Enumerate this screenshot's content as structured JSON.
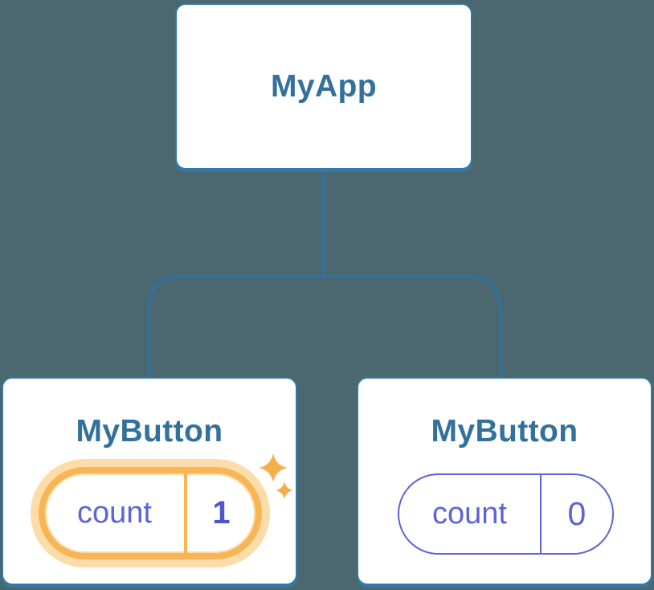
{
  "tree": {
    "root": {
      "label": "MyApp"
    },
    "children": [
      {
        "label": "MyButton",
        "state": {
          "key": "count",
          "value": "1"
        },
        "highlighted": true
      },
      {
        "label": "MyButton",
        "state": {
          "key": "count",
          "value": "0"
        },
        "highlighted": false
      }
    ]
  },
  "icons": {
    "sparkle": "sparkle-icon"
  },
  "colors": {
    "canvas-bg": "#4b6770",
    "card-bg": "#ffffff",
    "card-border": "#3478a6",
    "line-blue": "#2f72a1",
    "title-blue": "#33709c",
    "state-purple": "#5c63d8",
    "value-purple": "#4f56cd",
    "highlight-orange": "#f7b556",
    "highlight-halo": "#fcdda9",
    "sparkle-orange": "#f6ae4d"
  }
}
